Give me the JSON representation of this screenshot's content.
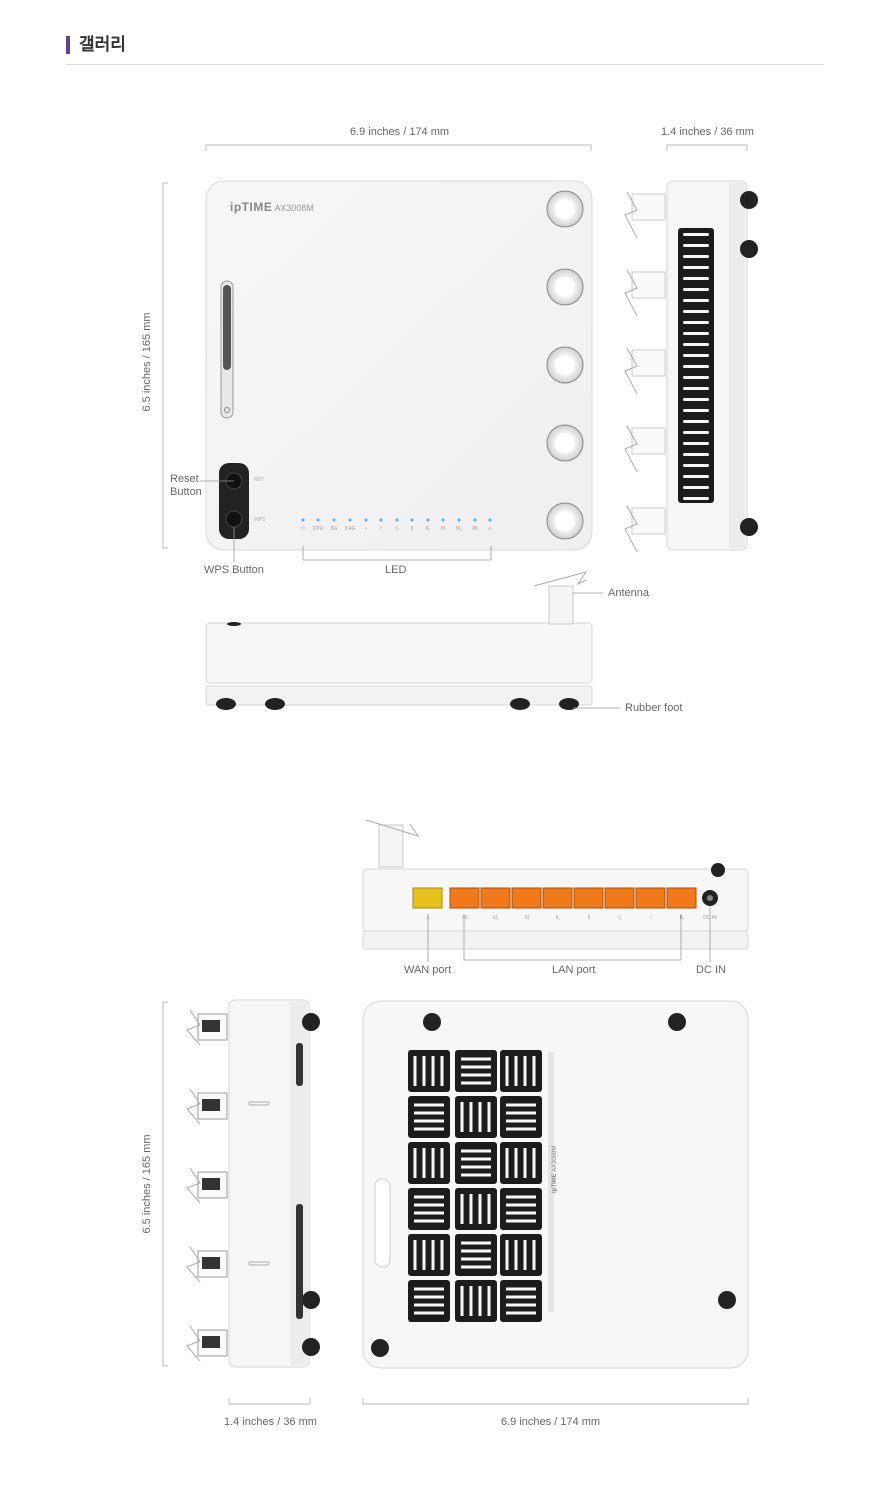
{
  "gallery": {
    "title": "갤러리"
  },
  "figure1": {
    "dims": {
      "width_front": "6.9 inches / 174 mm",
      "depth_side": "1.4 inches / 36 mm",
      "height_front": "6.5 inches / 165 mm"
    },
    "brand": {
      "logo": "ipTIME",
      "model": "AX3008M"
    },
    "callouts": {
      "reset": "Reset Button",
      "reset_line1": "Reset",
      "reset_line2": "Button",
      "wps": "WPS Button",
      "led": "LED",
      "antenna": "Antenna",
      "rubber_foot": "Rubber foot"
    },
    "button_tags": {
      "rst": "RST",
      "wps": "WPS"
    },
    "led_labels": [
      "⏻",
      "CPU",
      "5G",
      "2.4G",
      "•",
      "I",
      "I₂",
      "II",
      "II₂",
      "III",
      "III₂",
      "IIII",
      "⚠"
    ]
  },
  "figure2": {
    "callouts": {
      "wan": "WAN port",
      "lan": "LAN port",
      "dc": "DC IN"
    },
    "port_labels": [
      "⚠",
      "IIII",
      "III₂",
      "III",
      "II₂",
      "II",
      "I₂",
      "I",
      "II₂",
      "DC IN"
    ],
    "dims": {
      "height_side": "6.5 inches / 165 mm",
      "depth_side": "1.4 inches / 36 mm",
      "width_bottom": "6.9 inches / 174 mm"
    },
    "bottom_label": {
      "logo": "ipTIME",
      "model": "AX3008M"
    },
    "colors": {
      "wan": "#e6c21f",
      "lan": "#f07a1a"
    }
  }
}
